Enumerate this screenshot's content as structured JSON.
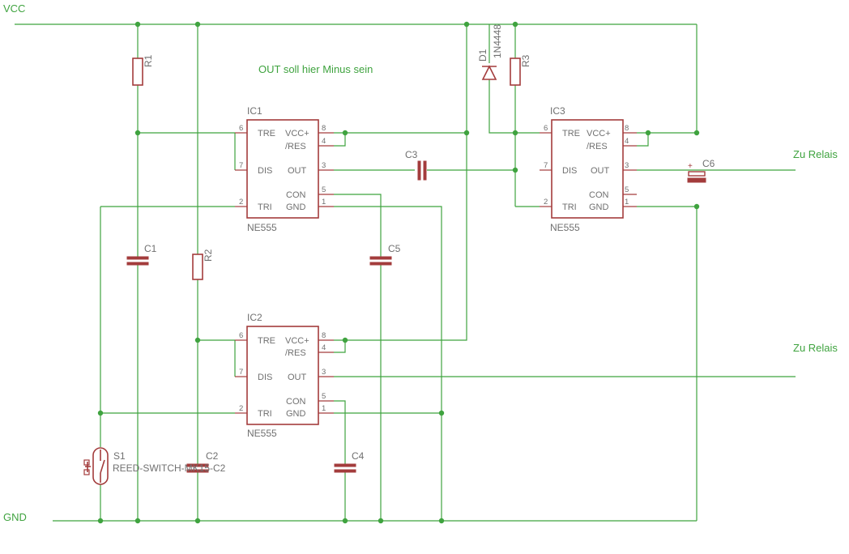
{
  "nets": {
    "vcc": "VCC",
    "gnd": "GND",
    "relay_1": "Zu Relais",
    "relay_2": "Zu Relais"
  },
  "note": "OUT soll hier Minus sein",
  "ics": [
    {
      "name": "IC1",
      "value": "NE555"
    },
    {
      "name": "IC2",
      "value": "NE555"
    },
    {
      "name": "IC3",
      "value": "NE555"
    }
  ],
  "ne555_pins": {
    "tre": "TRE",
    "vcc": "VCC+",
    "res": "/RES",
    "dis": "DIS",
    "out": "OUT",
    "con": "CON",
    "tri": "TRI",
    "gnd": "GND",
    "n_tre": "6",
    "n_vcc": "8",
    "n_res": "4",
    "n_dis": "7",
    "n_out": "3",
    "n_con": "5",
    "n_tri": "2",
    "n_gnd": "1"
  },
  "components": {
    "r1": "R1",
    "r2": "R2",
    "r3": "R3",
    "c1": "C1",
    "c2": "C2",
    "c3": "C3",
    "c4": "C4",
    "c5": "C5",
    "c6": "C6",
    "d1_name": "D1",
    "d1_value": "1N4448",
    "s1_name": "S1",
    "s1_value": "REED-SWITCH-MK15-C2",
    "c6_polarity": "+"
  },
  "colors": {
    "wire": "#3fa33f",
    "part": "#a33c3c",
    "label": "#707070",
    "background": "#ffffff"
  }
}
